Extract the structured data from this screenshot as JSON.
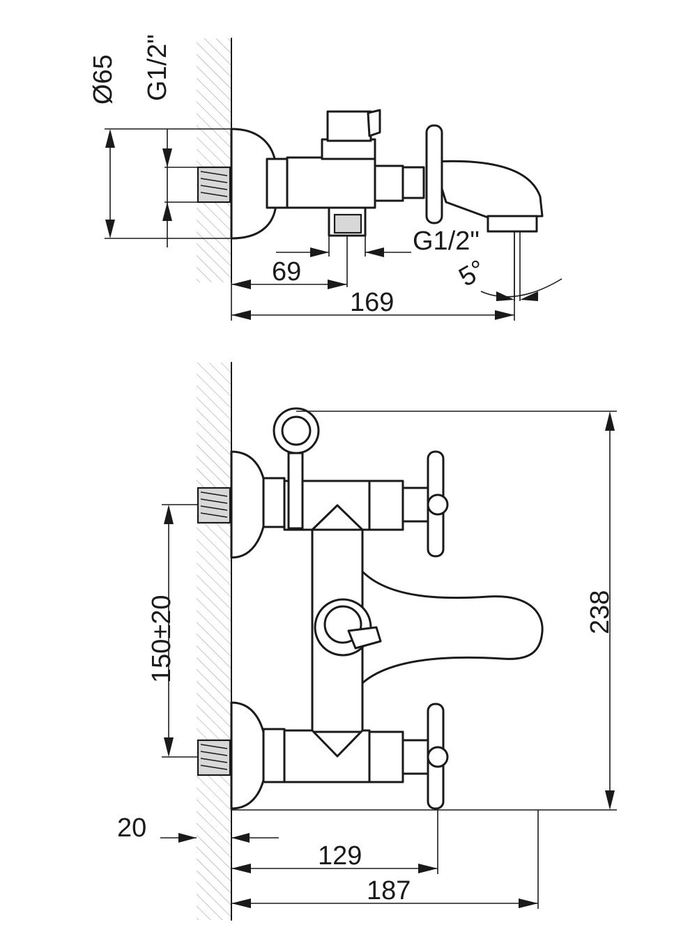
{
  "top_view": {
    "diameter_label": "Ø65",
    "inlet_thread_label": "G1/2\"",
    "outlet_thread_label": "G1/2\"",
    "dim_outlet_offset": "69",
    "dim_total_depth": "169",
    "spout_angle": "5°"
  },
  "front_view": {
    "dim_inlet_spacing": "150±20",
    "dim_total_height": "238",
    "dim_wall_offset": "20",
    "dim_handle_depth": "129",
    "dim_overall_depth": "187"
  }
}
